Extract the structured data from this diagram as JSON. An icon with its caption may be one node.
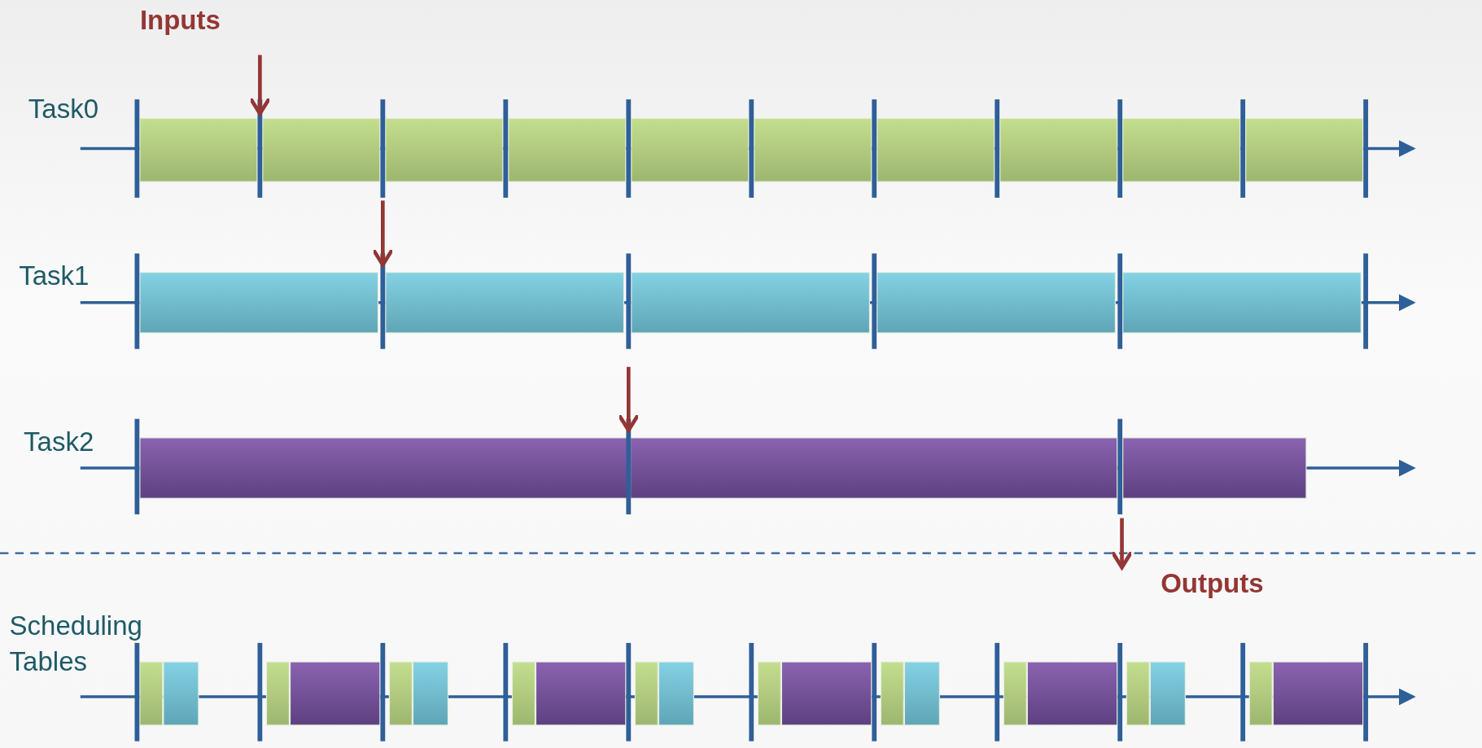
{
  "diagram": {
    "labels": [
      "Inputs",
      "Task0",
      "Task1",
      "Task2",
      "Outputs",
      "Scheduling Tables"
    ]
  }
}
